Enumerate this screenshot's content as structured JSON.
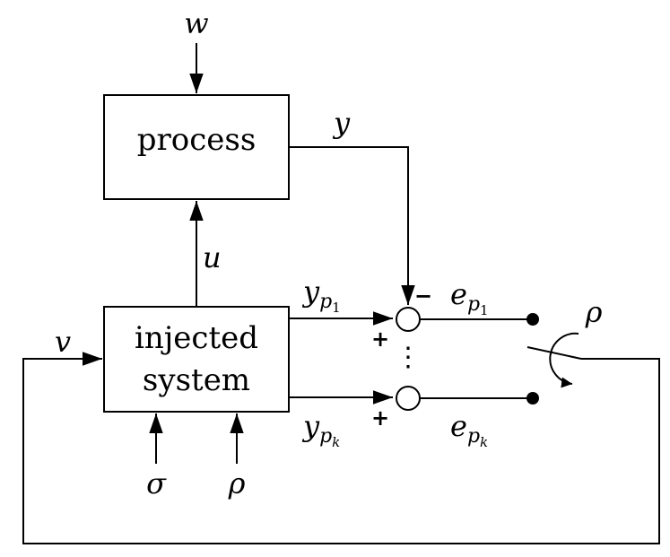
{
  "blocks": {
    "process": "process",
    "injected_line1": "injected",
    "injected_line2": "system"
  },
  "signals": {
    "w": "w",
    "y": "y",
    "u": "u",
    "v": "v",
    "sigma": "σ",
    "rho_input": "ρ",
    "rho_switch": "ρ",
    "yp1_base": "y",
    "yp1_sub": "p",
    "yp1_subsub": "1",
    "ypk_base": "y",
    "ypk_sub": "p",
    "ypk_subsub": "k",
    "ep1_base": "e",
    "ep1_sub": "p",
    "ep1_subsub": "1",
    "epk_base": "e",
    "epk_sub": "p",
    "epk_subsub": "k"
  },
  "signs": {
    "minus": "−",
    "plus_top": "+",
    "plus_bottom": "+"
  },
  "ellipsis": "⋮"
}
